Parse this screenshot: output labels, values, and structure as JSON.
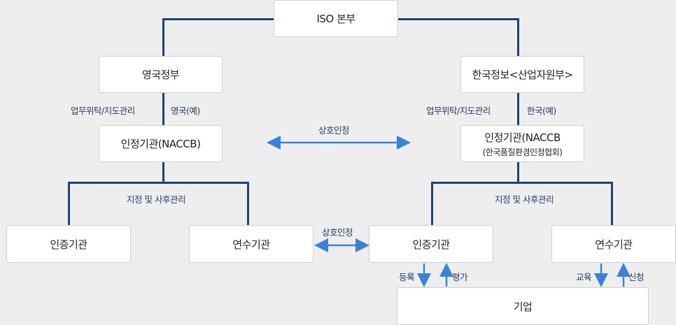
{
  "nodes": {
    "iso": "ISO 본부",
    "uk_gov": "영국정부",
    "kr_gov": "한국정보<산업자원부>",
    "uk_naccb": "인정기관(NACCB)",
    "kr_naccb": "인정기관(NACCB",
    "kr_naccb_sub": "(한국품질환경인정협회)",
    "uk_cert": "인증기관",
    "uk_train": "연수기관",
    "kr_cert": "인증기관",
    "kr_train": "연수기관",
    "company": "기업"
  },
  "labels": {
    "uk_delegate": "업무위탁/지도관리",
    "uk_example": "영국(예)",
    "kr_delegate": "업무위탁/지도관리",
    "kr_example": "한국(예)",
    "mutual_top": "상호인정",
    "mutual_bottom": "상호인정",
    "uk_designate": "지정 및 사후관리",
    "kr_designate": "지정 및 사후관리",
    "register": "등록",
    "evaluate": "평가",
    "education": "교육",
    "apply": "신청"
  },
  "colors": {
    "line": "#1e4273",
    "arrow": "#3b82d6",
    "label": "#1e3a5f"
  }
}
